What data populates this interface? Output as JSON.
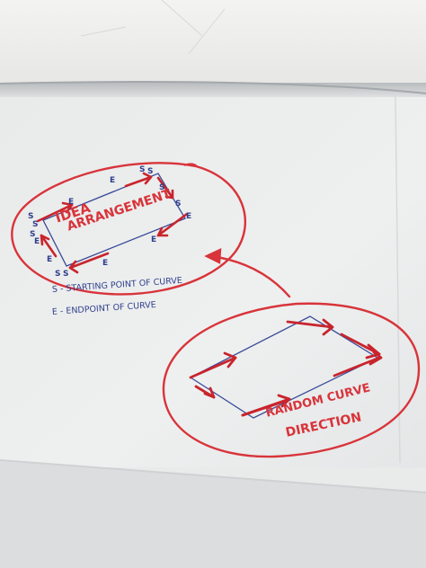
{
  "colors": {
    "wall_top": "#f1f1f0",
    "whiteboard": "#eceded",
    "floor_bottom": "#dadbdc",
    "red_marker": "#d8343a",
    "blue_marker": "#2f3f8c"
  },
  "top_diagram": {
    "title_line1": "IDEA",
    "title_line2": "ARRANGEMENT",
    "point_labels": {
      "s": "S",
      "e": "E"
    }
  },
  "legend": {
    "line1": "S - STARTING POINT OF CURVE",
    "line2": "E - ENDPOINT OF CURVE"
  },
  "bottom_diagram": {
    "title_line1": "RANDOM CURVE",
    "title_line2": "DIRECTION"
  }
}
